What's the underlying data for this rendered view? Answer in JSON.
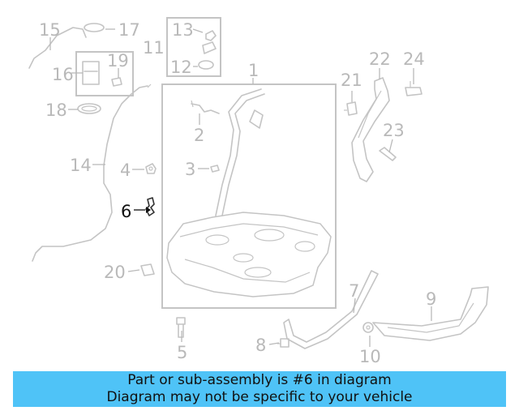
{
  "diagram": {
    "highlighted_callout": "6",
    "callouts": {
      "c1": "1",
      "c2": "2",
      "c3": "3",
      "c4": "4",
      "c5": "5",
      "c6": "6",
      "c7": "7",
      "c8": "8",
      "c9": "9",
      "c10": "10",
      "c11": "11",
      "c12": "12",
      "c13": "13",
      "c14": "14",
      "c15": "15",
      "c16": "16",
      "c17": "17",
      "c18": "18",
      "c19": "19",
      "c20": "20",
      "c21": "21",
      "c22": "22",
      "c23": "23",
      "c24": "24"
    },
    "colors": {
      "inactive": "#b9b9b9",
      "highlight": "#111111",
      "banner": "#4fc3f7"
    }
  },
  "banner": {
    "line1": "Part or sub-assembly is #6 in diagram",
    "line2": "Diagram may not be specific to your vehicle"
  }
}
